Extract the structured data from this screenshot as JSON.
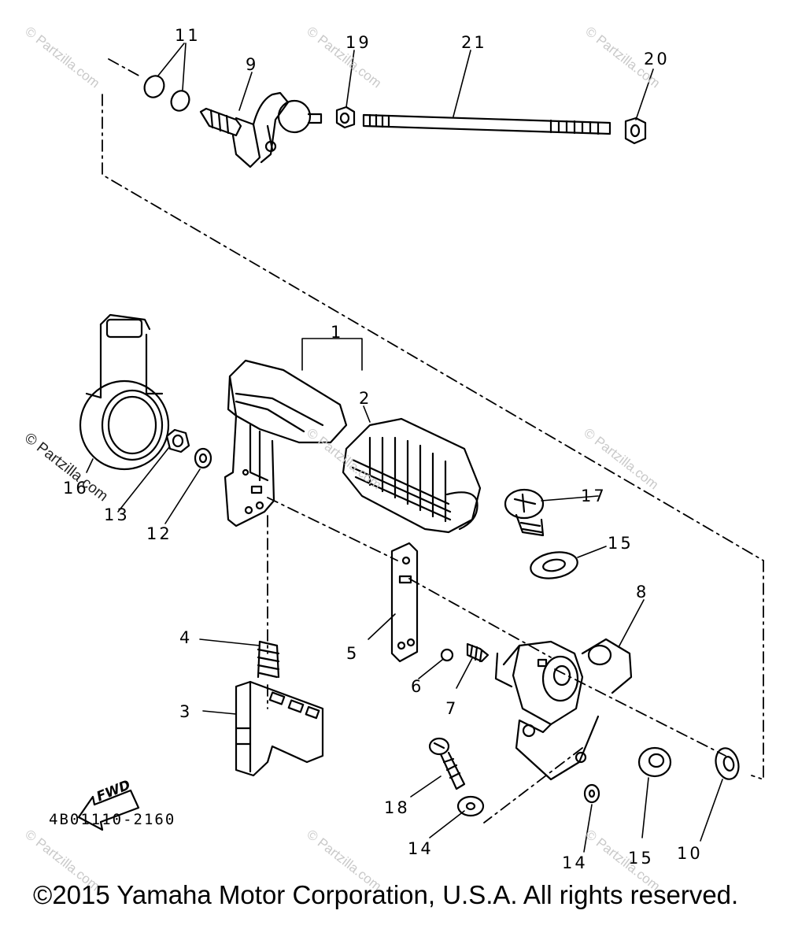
{
  "callouts": {
    "c11": "11",
    "c9": "9",
    "c19": "19",
    "c21": "21",
    "c20": "20",
    "c1": "1",
    "c2": "2",
    "c16": "16",
    "c13": "13",
    "c12": "12",
    "c17": "17",
    "c15a": "15",
    "c8": "8",
    "c5": "5",
    "c4": "4",
    "c6": "6",
    "c7": "7",
    "c3": "3",
    "c18": "18",
    "c14a": "14",
    "c14b": "14",
    "c15b": "15",
    "c10": "10"
  },
  "fwd_label": "FWD",
  "part_code": "4B01110-2160",
  "watermark": "© Partzilla.com",
  "copyright": "©2015 Yamaha Motor Corporation, U.S.A. All rights reserved.",
  "colors": {
    "ink": "#000000",
    "watermark": "#c9c9c9",
    "background": "#ffffff"
  }
}
